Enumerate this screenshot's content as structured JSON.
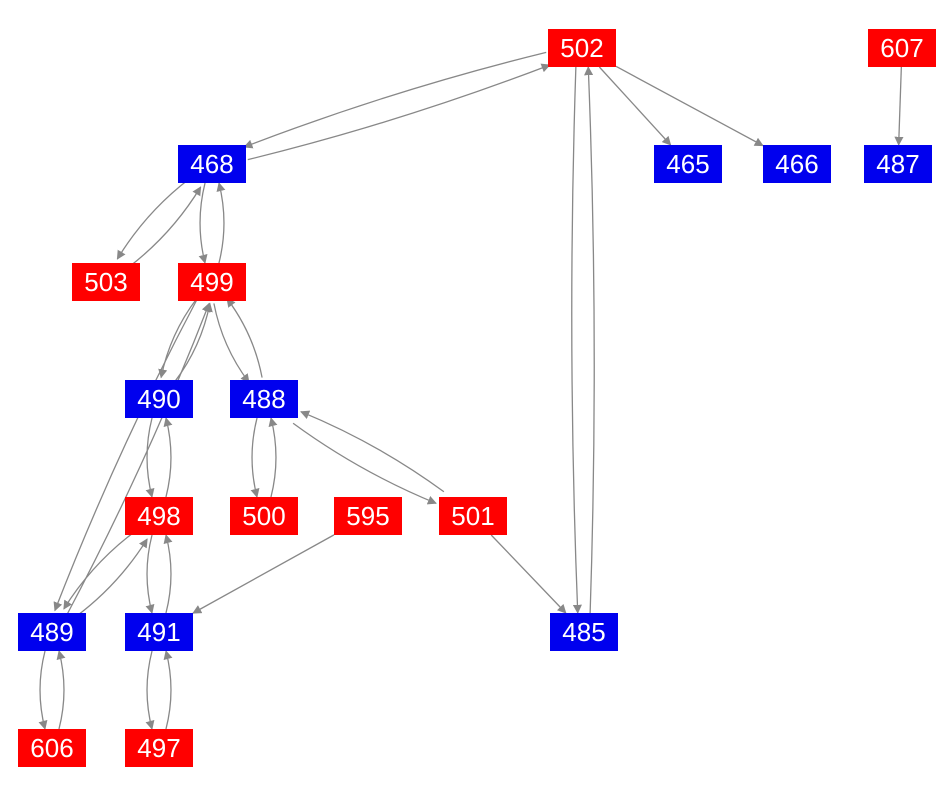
{
  "colors": {
    "red": "#ff0000",
    "blue": "#0000ee",
    "edge": "#888888"
  },
  "nodes": [
    {
      "id": "502",
      "label": "502",
      "color": "red"
    },
    {
      "id": "607",
      "label": "607",
      "color": "red"
    },
    {
      "id": "468",
      "label": "468",
      "color": "blue"
    },
    {
      "id": "465",
      "label": "465",
      "color": "blue"
    },
    {
      "id": "466",
      "label": "466",
      "color": "blue"
    },
    {
      "id": "487",
      "label": "487",
      "color": "blue"
    },
    {
      "id": "503",
      "label": "503",
      "color": "red"
    },
    {
      "id": "499",
      "label": "499",
      "color": "red"
    },
    {
      "id": "490",
      "label": "490",
      "color": "blue"
    },
    {
      "id": "488",
      "label": "488",
      "color": "blue"
    },
    {
      "id": "498",
      "label": "498",
      "color": "red"
    },
    {
      "id": "500",
      "label": "500",
      "color": "red"
    },
    {
      "id": "595",
      "label": "595",
      "color": "red"
    },
    {
      "id": "501",
      "label": "501",
      "color": "red"
    },
    {
      "id": "489",
      "label": "489",
      "color": "blue"
    },
    {
      "id": "491",
      "label": "491",
      "color": "blue"
    },
    {
      "id": "485",
      "label": "485",
      "color": "blue"
    },
    {
      "id": "606",
      "label": "606",
      "color": "red"
    },
    {
      "id": "497",
      "label": "497",
      "color": "red"
    }
  ],
  "edges": [
    {
      "from": "502",
      "to": "468"
    },
    {
      "from": "468",
      "to": "502"
    },
    {
      "from": "502",
      "to": "465"
    },
    {
      "from": "502",
      "to": "466"
    },
    {
      "from": "502",
      "to": "485"
    },
    {
      "from": "485",
      "to": "502"
    },
    {
      "from": "607",
      "to": "487"
    },
    {
      "from": "468",
      "to": "503"
    },
    {
      "from": "503",
      "to": "468"
    },
    {
      "from": "468",
      "to": "499"
    },
    {
      "from": "499",
      "to": "468"
    },
    {
      "from": "499",
      "to": "490"
    },
    {
      "from": "490",
      "to": "499"
    },
    {
      "from": "499",
      "to": "488"
    },
    {
      "from": "488",
      "to": "499"
    },
    {
      "from": "499",
      "to": "489"
    },
    {
      "from": "489",
      "to": "499"
    },
    {
      "from": "490",
      "to": "498"
    },
    {
      "from": "498",
      "to": "490"
    },
    {
      "from": "488",
      "to": "500"
    },
    {
      "from": "500",
      "to": "488"
    },
    {
      "from": "488",
      "to": "501"
    },
    {
      "from": "501",
      "to": "488"
    },
    {
      "from": "501",
      "to": "485"
    },
    {
      "from": "498",
      "to": "489"
    },
    {
      "from": "489",
      "to": "498"
    },
    {
      "from": "498",
      "to": "491"
    },
    {
      "from": "491",
      "to": "498"
    },
    {
      "from": "595",
      "to": "491"
    },
    {
      "from": "489",
      "to": "606"
    },
    {
      "from": "606",
      "to": "489"
    },
    {
      "from": "491",
      "to": "497"
    },
    {
      "from": "497",
      "to": "491"
    }
  ]
}
